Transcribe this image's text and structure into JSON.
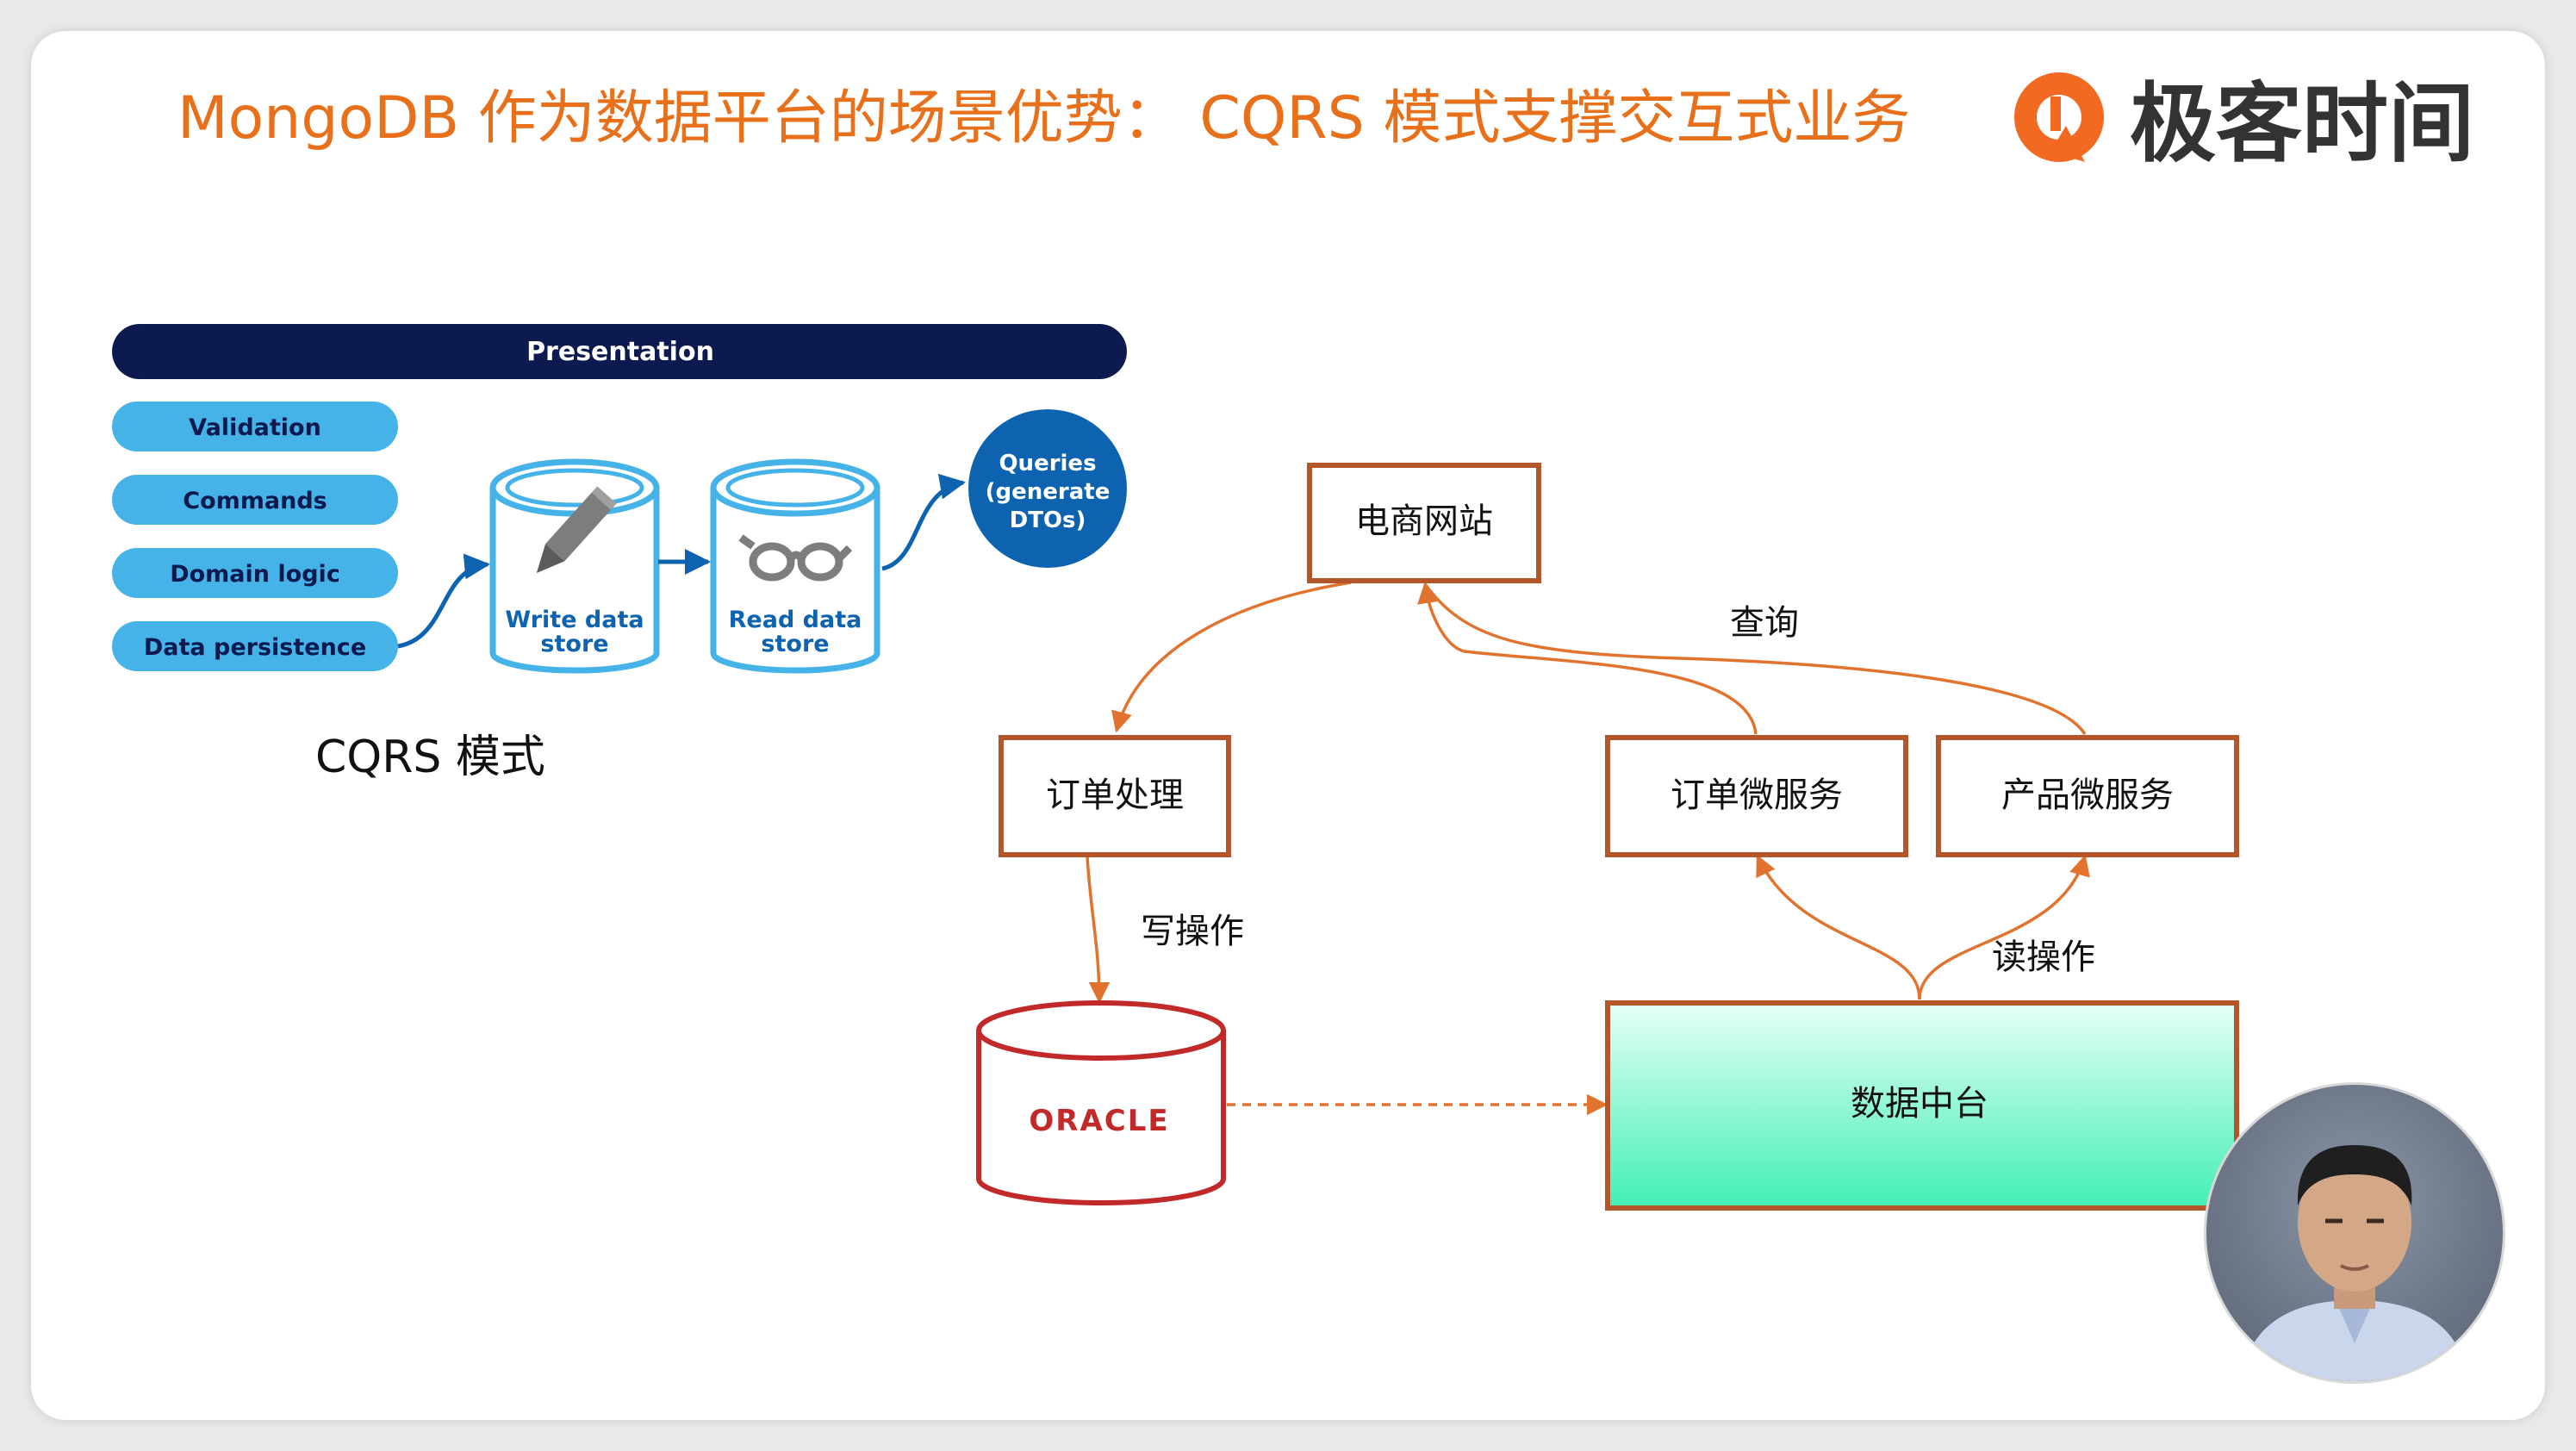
{
  "title": "MongoDB 作为数据平台的场景优势：  CQRS 模式支撑交互式业务",
  "brand": {
    "name": "极客时间",
    "logo_icon": "geektime-logo-icon"
  },
  "colors": {
    "title": "#e8701a",
    "brand_orange": "#f26a22",
    "brand_text": "#333333",
    "navy": "#0d1a4f",
    "light_blue": "#46b3e8",
    "dark_blue": "#0e63b0",
    "box_border": "#b5562a",
    "arrow": "#e2732e",
    "oracle_red": "#c22a2a",
    "green_top": "#e6fff5",
    "green_bottom": "#42f0b4"
  },
  "cqrs": {
    "presentation": "Presentation",
    "layers": [
      "Validation",
      "Commands",
      "Domain logic",
      "Data persistence"
    ],
    "write_store": [
      "Write data",
      "store"
    ],
    "read_store": [
      "Read data",
      "store"
    ],
    "queries": [
      "Queries",
      "(generate",
      "DTOs)"
    ],
    "caption": "CQRS 模式",
    "write_icon": "pencil-icon",
    "read_icon": "glasses-icon"
  },
  "flow": {
    "website": "电商网站",
    "order_processing": "订单处理",
    "order_service": "订单微服务",
    "product_service": "产品微服务",
    "data_platform": "数据中台",
    "oracle": "ORACLE",
    "query_label": "查询",
    "write_label": "写操作",
    "read_label": "读操作"
  },
  "presenter": {
    "icon": "presenter-avatar-icon"
  }
}
